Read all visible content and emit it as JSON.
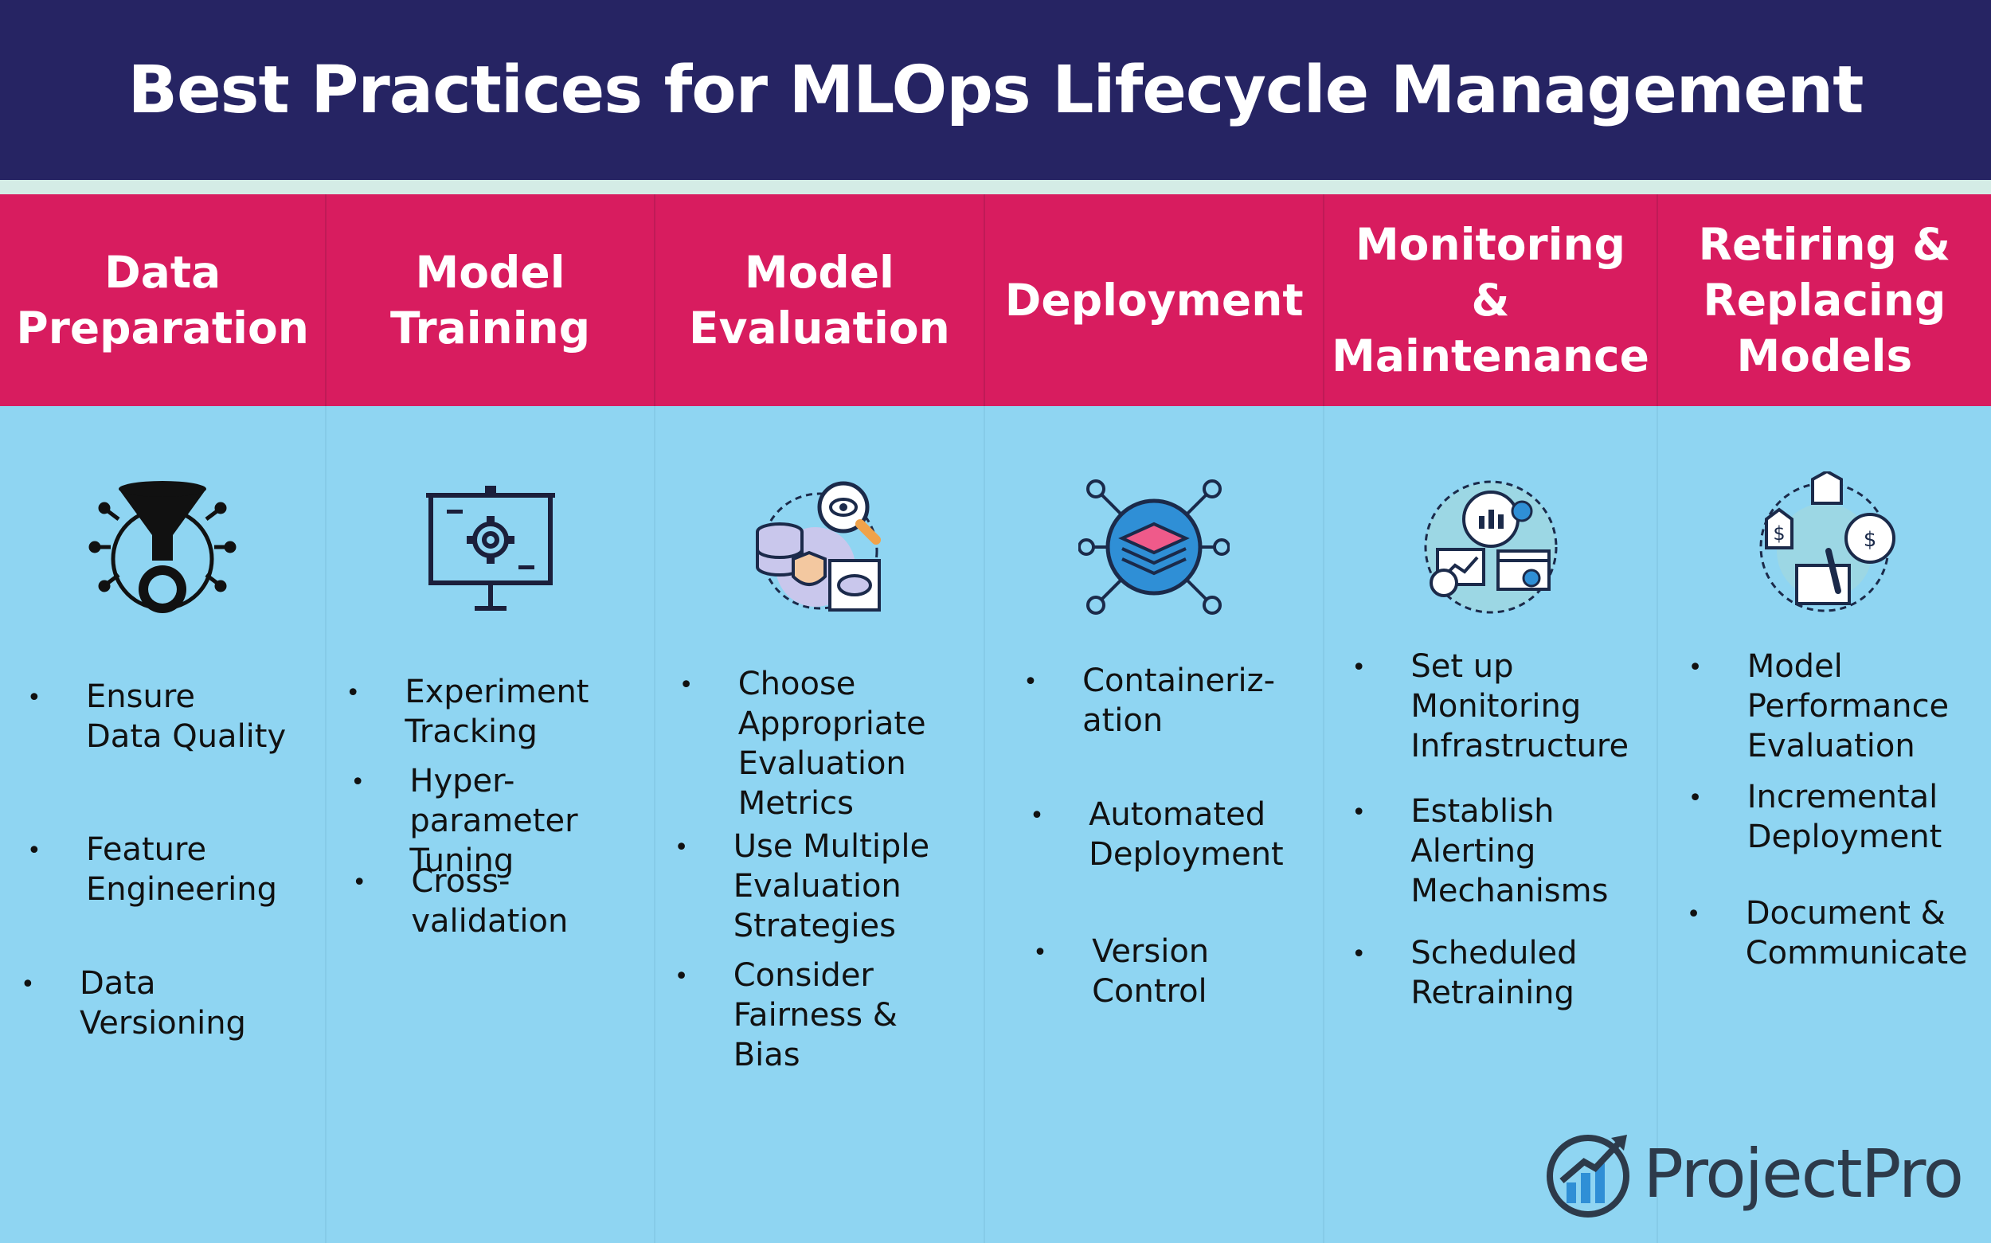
{
  "title": "Best Practices for MLOps Lifecycle Management",
  "columns": [
    {
      "heading": "Data\nPreparation",
      "icon": "funnel-gear-icon",
      "items": [
        "Ensure\nData Quality",
        "Feature\nEngineering",
        "Data\nVersioning"
      ]
    },
    {
      "heading": "Model\nTraining",
      "icon": "presentation-gear-icon",
      "items": [
        "Experiment\nTracking",
        "Hyper-\nparameter\nTuning",
        "Cross-\nvalidation"
      ]
    },
    {
      "heading": "Model\nEvaluation",
      "icon": "data-analysis-icon",
      "items": [
        "Choose\nAppropriate\nEvaluation\nMetrics",
        "Use Multiple\nEvaluation\nStrategies",
        "Consider\nFairness &\nBias"
      ]
    },
    {
      "heading": "Deployment",
      "icon": "layers-network-icon",
      "items": [
        "Containeriz-\nation",
        "Automated\nDeployment",
        "Version\nControl"
      ]
    },
    {
      "heading": "Monitoring\n&\nMaintenance",
      "icon": "monitoring-analytics-icon",
      "items": [
        "Set up\nMonitoring\nInfrastructure",
        "Establish\nAlerting\nMechanisms",
        "Scheduled\nRetraining"
      ]
    },
    {
      "heading": "Retiring &\nReplacing\nModels",
      "icon": "finance-cycle-icon",
      "items": [
        "Model\nPerformance\nEvaluation",
        "Incremental\nDeployment",
        "Document &\nCommunicate"
      ]
    }
  ],
  "brand": {
    "name": "ProjectPro"
  },
  "colors": {
    "banner": "#262463",
    "header": "#d81c5f",
    "body": "#8fd5f2"
  }
}
